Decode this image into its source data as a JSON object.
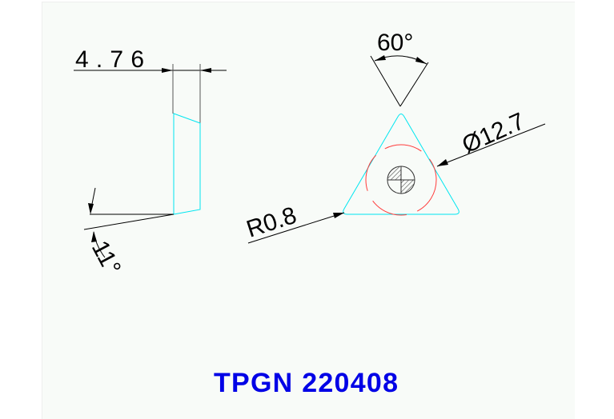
{
  "drawing": {
    "title": "TPGN 220408",
    "dimensions": {
      "thickness": "4.76",
      "clearance_angle": "11°",
      "included_angle": "60°",
      "inscribed_circle": "Ø12.7",
      "corner_radius": "R0.8"
    }
  },
  "colors": {
    "outline": "#00e6f0",
    "dimension": "#000000",
    "center_circle": "#ff3b3b",
    "title": "#0000e6",
    "background": "#f8fbf8"
  }
}
